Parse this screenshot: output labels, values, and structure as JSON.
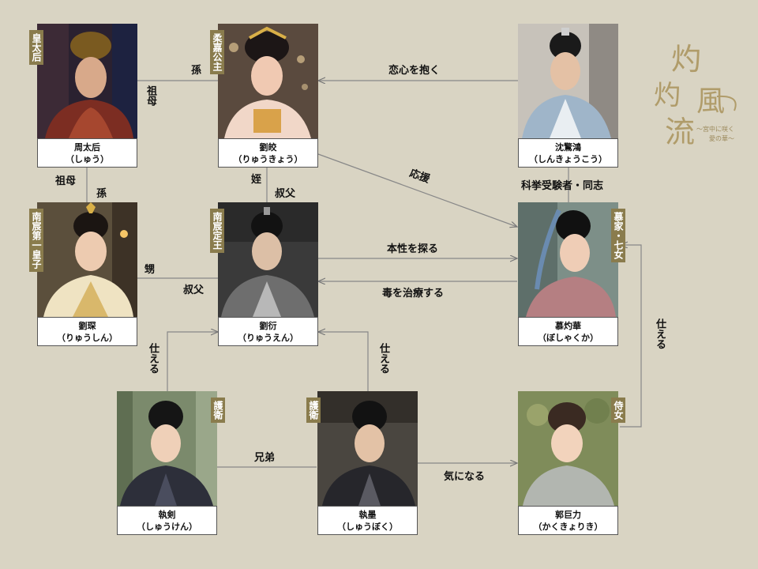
{
  "characters": {
    "empress_dowager": {
      "name": "周太后",
      "reading": "（しゅう）",
      "tag": "皇太后",
      "icon": "person-photo"
    },
    "princess": {
      "name": "劉皎",
      "reading": "（りゅうきょう）",
      "tag": "柔嘉公主",
      "icon": "person-photo"
    },
    "shen": {
      "name": "沈驚鴻",
      "reading": "（しんきょうこう）",
      "tag": "",
      "icon": "person-photo"
    },
    "prince_first": {
      "name": "劉琛",
      "reading": "（りゅうしん）",
      "tag": "南宸第一皇子",
      "icon": "person-photo"
    },
    "liu_yan": {
      "name": "劉衍",
      "reading": "（りゅうえん）",
      "tag": "南宸定王",
      "icon": "person-photo"
    },
    "mu": {
      "name": "慕灼華",
      "reading": "（ぼしゃくか）",
      "tag": "慕家・七女",
      "icon": "person-photo"
    },
    "zhijian": {
      "name": "執剣",
      "reading": "（しゅうけん）",
      "tag": "護衛",
      "icon": "person-photo"
    },
    "zhimo": {
      "name": "執墨",
      "reading": "（しゅうぼく）",
      "tag": "護衛",
      "icon": "person-photo"
    },
    "guo": {
      "name": "郭巨力",
      "reading": "（かくきょりき）",
      "tag": "侍女",
      "icon": "person-photo"
    }
  },
  "relations": {
    "grandchild_top": "孫",
    "grandmother_top": "祖母",
    "grandmother_left": "祖母",
    "grandchild_left": "孫",
    "love": "恋心を抱く",
    "support": "応援",
    "exam_comrade": "科挙受験者・同志",
    "niece": "姪",
    "uncle_top": "叔父",
    "nephew": "甥",
    "uncle_left": "叔父",
    "probe": "本性を探る",
    "cure": "毒を治療する",
    "serve_left": "仕える",
    "serve_mid": "仕える",
    "serve_right": "仕える",
    "brothers": "兄弟",
    "concerned": "気になる"
  },
  "logo": {
    "title": "灼灼風流",
    "subtitle_line1": "〜宮中に咲く",
    "subtitle_line2": "愛の華〜"
  },
  "colors": {
    "background": "#d9d4c3",
    "tag": "#8a7c4d",
    "line": "#888888",
    "logo": "#b09c6a"
  }
}
